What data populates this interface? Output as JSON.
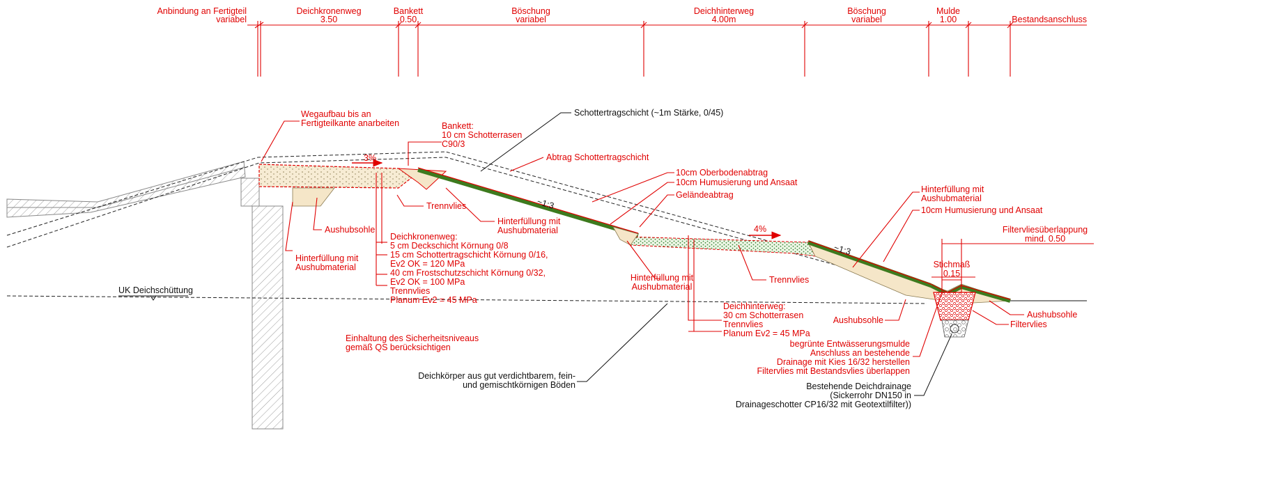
{
  "dimensions": [
    {
      "label": "Anbindung an Fertigteil",
      "value": "variabel"
    },
    {
      "label": "Deichkronenweg",
      "value": "3.50"
    },
    {
      "label": "Bankett",
      "value": "0.50"
    },
    {
      "label": "Böschung",
      "value": "variabel"
    },
    {
      "label": "Deichhinterweg",
      "value": "4.00m"
    },
    {
      "label": "Böschung",
      "value": "variabel"
    },
    {
      "label": "Mulde",
      "value": "1.00"
    },
    {
      "label": "Bestandsanschluss",
      "value": ""
    }
  ],
  "annotations": {
    "wegaufbau": [
      "Wegaufbau bis an",
      "Fertigteilkante anarbeiten"
    ],
    "bankett": [
      "Bankett:",
      "10 cm Schotterrasen",
      "C90/3"
    ],
    "schottertragschicht": "Schottertragschicht (~1m Stärke, 0/45)",
    "abtrag": "Abtrag Schottertragschicht",
    "oberboden": "10cm Oberbodenabtrag",
    "humus1": "10cm Humusierung und Ansaat",
    "gelaende": "Geländeabtrag",
    "hinterfuellung_right": [
      "Hinterfüllung mit",
      "Aushubmaterial"
    ],
    "humus2": "10cm Humusierung und Ansaat",
    "filterueberlappung": [
      "Filtervliesüberlappung",
      "mind. 0.50"
    ],
    "stichmass": [
      "Stichmaß",
      "0.15"
    ],
    "trennvlies1": "Trennvlies",
    "aushubsohle1": "Aushubsohle",
    "hinterfuellung_mid": [
      "Hinterfüllung mit",
      "Aushubmaterial"
    ],
    "deichkronenweg": [
      "Deichkronenweg:",
      "5 cm Deckschicht Körnung 0/8",
      "15 cm Schottertragschicht Körnung 0/16,",
      "Ev2 OK = 120 MPa",
      "40 cm Frostschutzschicht Körnung 0/32,",
      "Ev2 OK = 100 MPa",
      "Trennvlies",
      "Planum Ev2 = 45 MPa"
    ],
    "hinterfuellung_left": [
      "Hinterfüllung mit",
      "Aushubmaterial"
    ],
    "hinterfuellung_center": [
      "Hinterfüllung mit",
      "Aushubmaterial"
    ],
    "trennvlies2": "Trennvlies",
    "uk": "UK Deichschüttung",
    "deichhinterweg": [
      "Deichhinterweg:",
      "30 cm Schotterrasen",
      "Trennvlies",
      "Planum Ev2 = 45 MPa"
    ],
    "aushubsohle2": "Aushubsohle",
    "aushubsohle3": "Aushubsohle",
    "filtervlies": "Filtervlies",
    "sicherheit": [
      "Einhaltung des Sicherheitsniveaus",
      "gemäß QS berücksichtigen"
    ],
    "mulde": [
      "begrünte Entwässerungsmulde",
      "Anschluss an bestehende",
      "Drainage mit Kies 16/32 herstellen",
      "Filtervlies mit Bestandsvlies überlappen"
    ],
    "deichkoerper": [
      "Deichkörper aus gut verdichtbarem, fein-",
      "und gemischtkörnigen Böden"
    ],
    "drainage": [
      "Bestehende Deichdrainage",
      "(Sickerrohr DN150 in",
      "Drainageschotter CP16/32 mit Geotextilfilter))"
    ],
    "slope1": "3%",
    "slope2": "~1:3",
    "slope3": "4%",
    "slope4": "~1:3"
  },
  "colors": {
    "annotation": "#e00000",
    "grass": "#3d7a1e",
    "fill_sand": "#f5e6c8",
    "fill_green_dots": "#e8f3e0"
  }
}
